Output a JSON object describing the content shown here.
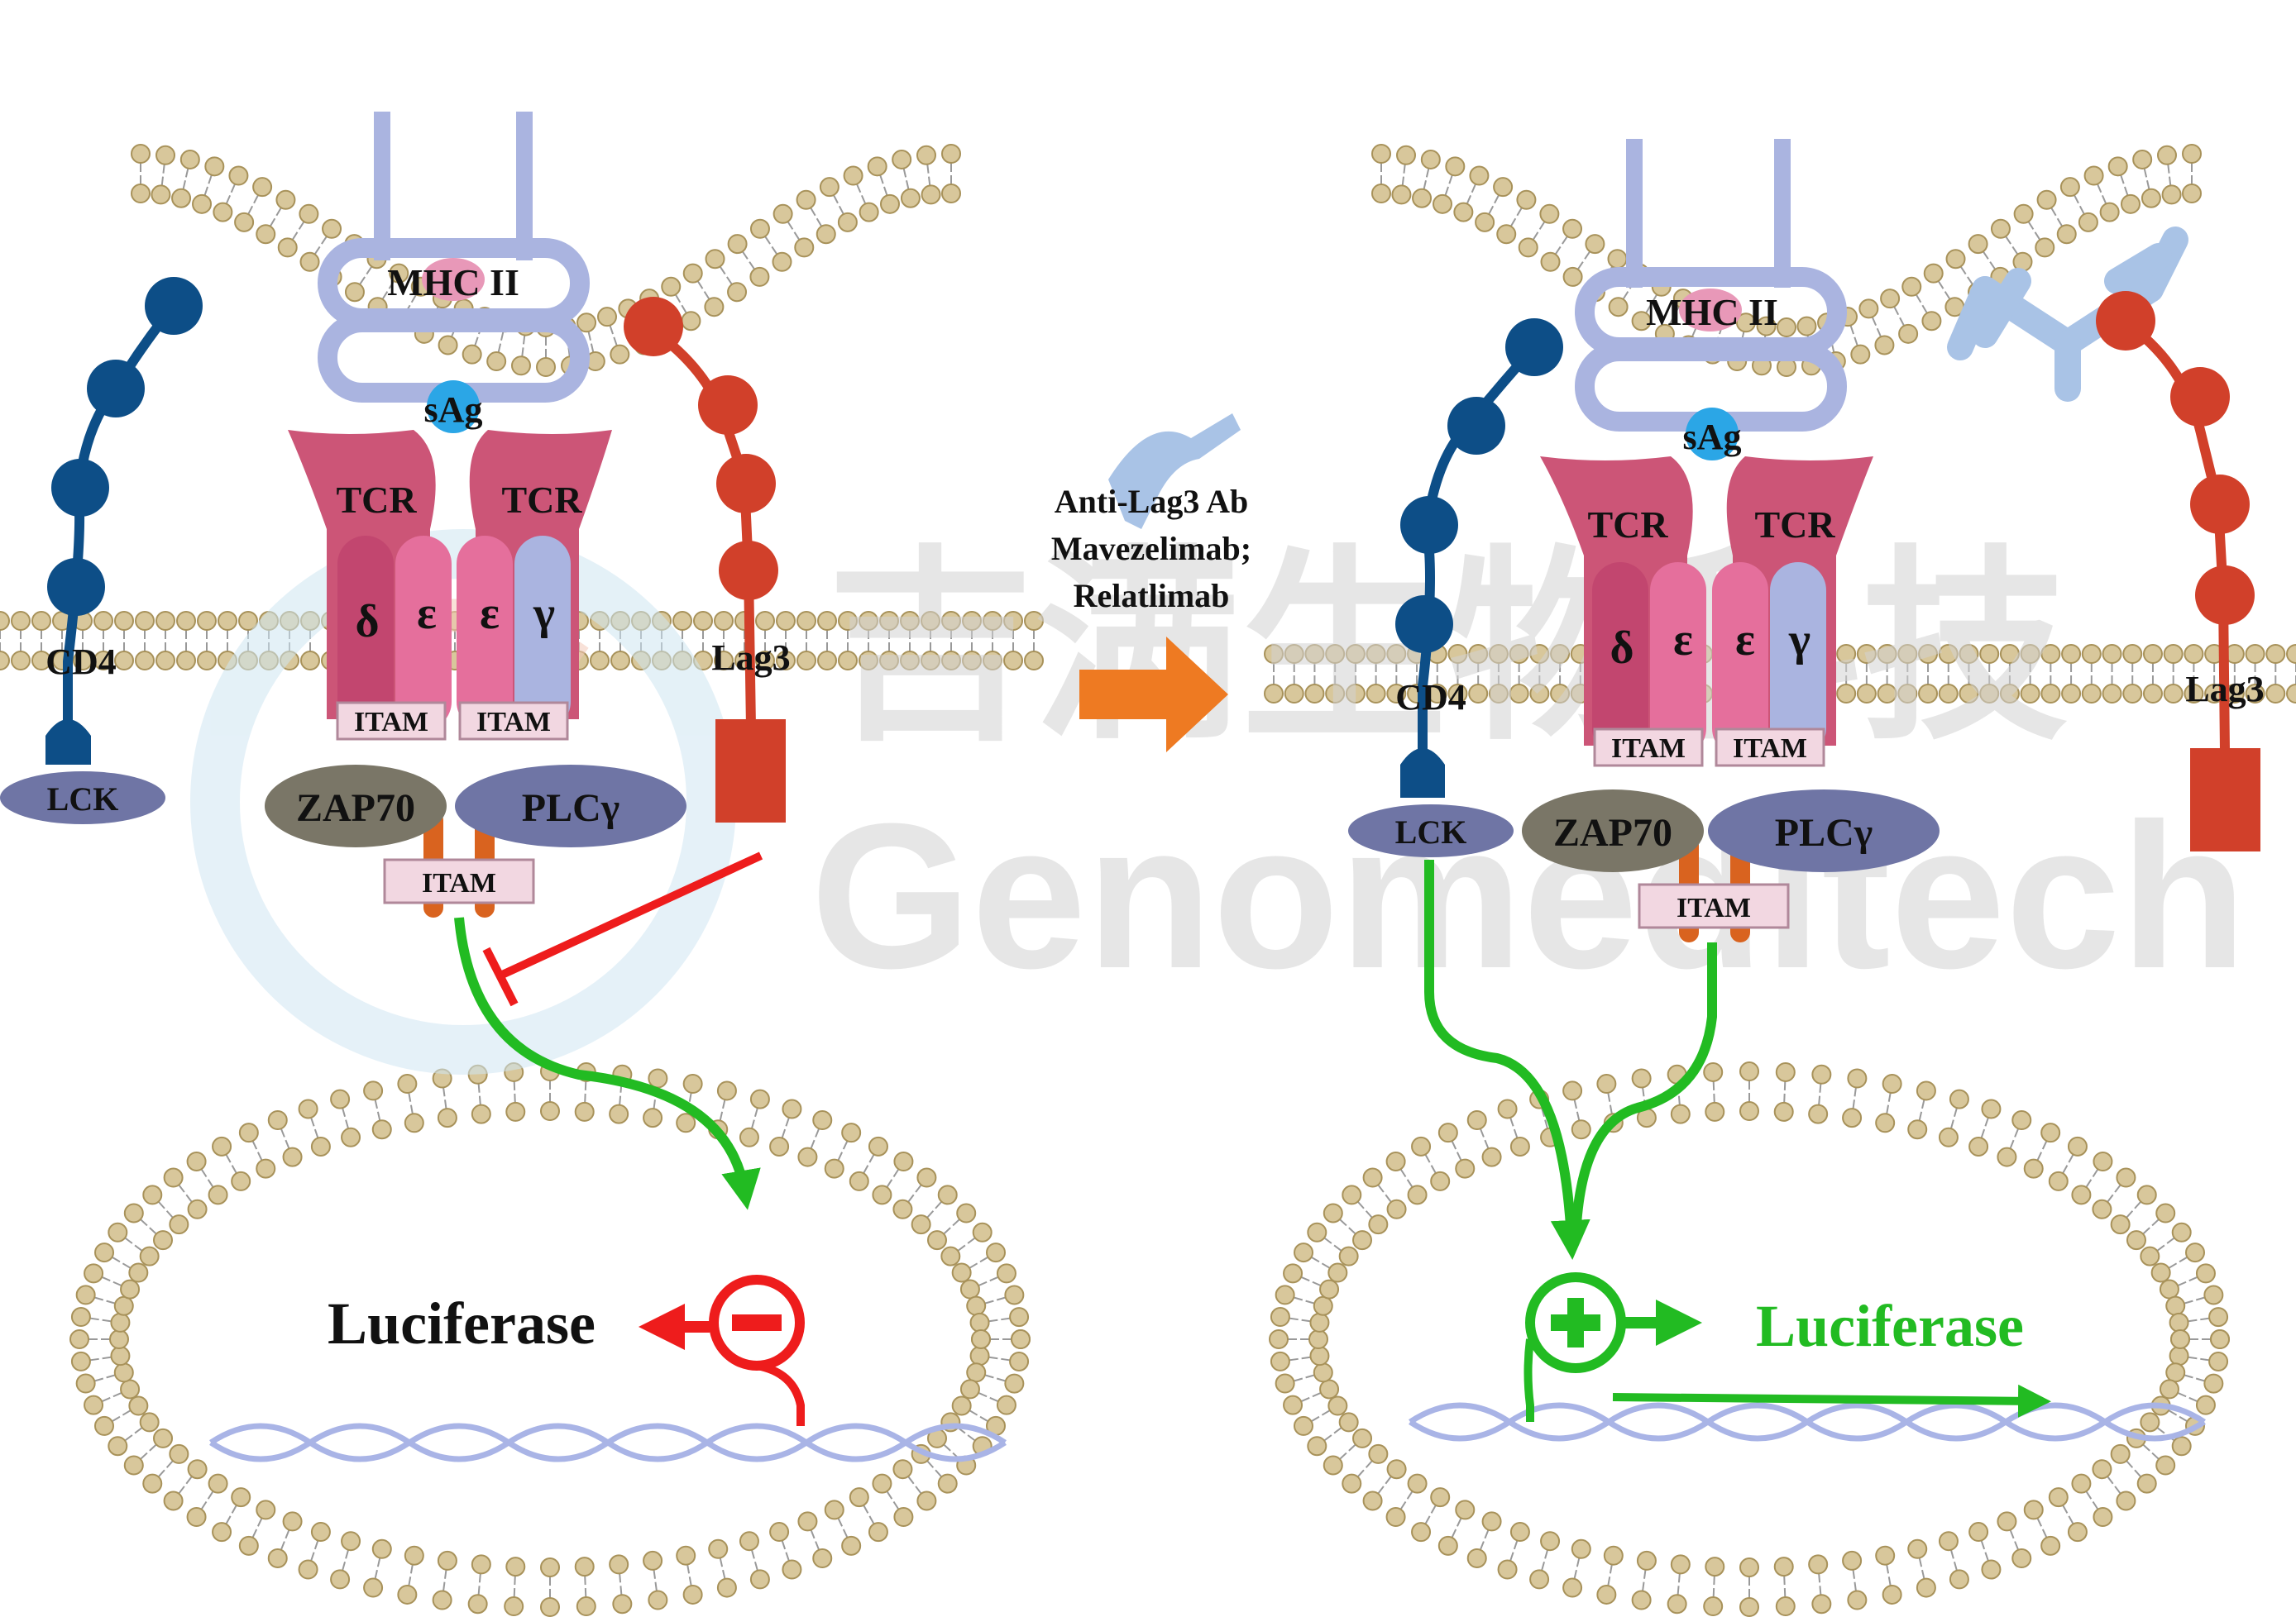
{
  "watermark": {
    "chinese": "吉满生物科技",
    "english": "Genomeditech"
  },
  "left_panel": {
    "mhc": "MHC II",
    "sag": "sAg",
    "tcr_left": "TCR",
    "tcr_right": "TCR",
    "chains": [
      "δ",
      "ε",
      "ε",
      "γ"
    ],
    "itam_upper": [
      "ITAM",
      "ITAM"
    ],
    "itam_lower": "ITAM",
    "zap70": "ZAP70",
    "plcg": "PLCγ",
    "cd4": "CD4",
    "lck": "LCK",
    "lag3": "Lag3",
    "reporter": "Luciferase",
    "regulation": "inhibited"
  },
  "middle": {
    "line1": "Anti-Lag3 Ab",
    "line2": "Mavezelimab;",
    "line3": "Relatlimab"
  },
  "right_panel": {
    "mhc": "MHC II",
    "sag": "sAg",
    "tcr_left": "TCR",
    "tcr_right": "TCR",
    "chains": [
      "δ",
      "ε",
      "ε",
      "γ"
    ],
    "itam_upper": [
      "ITAM",
      "ITAM"
    ],
    "itam_lower": "ITAM",
    "zap70": "ZAP70",
    "plcg": "PLCγ",
    "cd4": "CD4",
    "lck": "LCK",
    "lag3": "Lag3",
    "reporter": "Luciferase",
    "regulation": "activated"
  },
  "colors": {
    "lipid_head": "#d8c79b",
    "lipid_edge": "#a8925a",
    "mhc": "#aab4e0",
    "tcr": "#cc5577",
    "cd4": "#0d4e87",
    "lag3": "#d1402a",
    "zap70": "#7a7667",
    "plcg": "#6f75a5",
    "itam_fill": "#f2d7e1",
    "activation": "#22bb22",
    "inhibition": "#ee1c1c",
    "arrow": "#ee7a22",
    "dna": "#a9b4e6",
    "antibody": "#a9c3e6",
    "sag": "#2ba6e6"
  }
}
